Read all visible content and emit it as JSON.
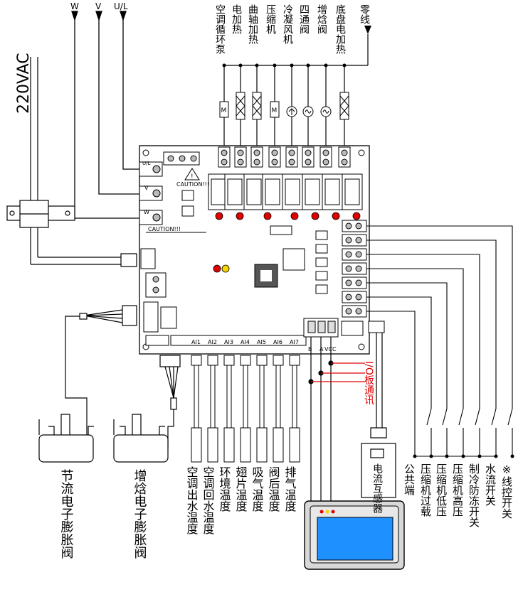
{
  "power": {
    "voltage_label": "220VAC",
    "phase_w": "W",
    "phase_v": "V",
    "phase_ul": "U/L",
    "neutral": "零线"
  },
  "board": {
    "caution_1": "CAUTION!!!",
    "caution_2": "CAUTION!!!",
    "terminal_1": "U/L",
    "terminal_2": "V",
    "terminal_3": "W"
  },
  "outputs": {
    "items": [
      {
        "label": "空调循环泵",
        "symbol": "M"
      },
      {
        "label": "电加热",
        "symbol": "heater"
      },
      {
        "label": "曲轴加热",
        "symbol": "heater"
      },
      {
        "label": "压缩机",
        "symbol": "M"
      },
      {
        "label": "冷凝风机",
        "symbol": "fan"
      },
      {
        "label": "四通阀",
        "symbol": "valve"
      },
      {
        "label": "增焓阀",
        "symbol": "valve"
      },
      {
        "label": "底盘电加热",
        "symbol": "heater"
      }
    ]
  },
  "sensors": {
    "ports": [
      "AI1",
      "AI2",
      "AI3",
      "AI4",
      "AI5",
      "AI6",
      "AI7"
    ],
    "labels": [
      "空调出水温度",
      "空调回水温度",
      "环境温度",
      "翅片温度",
      "吸气温度",
      "阀后温度",
      "排气温度"
    ]
  },
  "comm": {
    "port_b": "B",
    "port_a": "A",
    "port_vcc": "VCC",
    "label": "I/O板通讯"
  },
  "current_sensor": {
    "label": "电流互感器"
  },
  "switches": {
    "labels": [
      "公共端",
      "压缩机过载",
      "压缩机低压",
      "压缩机高压",
      "制冷防冻开关",
      "水流开关",
      "※线控开关"
    ]
  },
  "eev": {
    "labels": [
      "节流电子膨胀阀",
      "增焓电子膨胀阀"
    ]
  }
}
